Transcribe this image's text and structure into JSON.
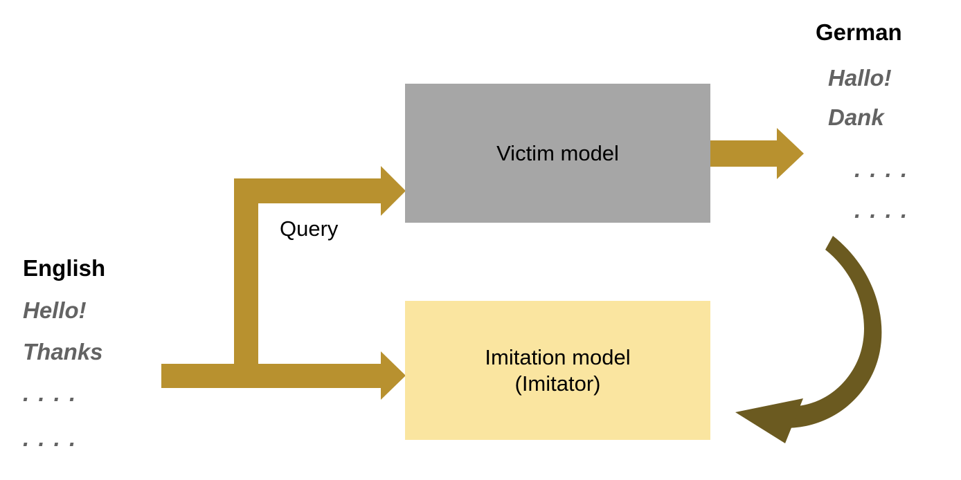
{
  "diagram": {
    "title_present": false,
    "colors": {
      "arrow_gold": "#b8912f",
      "loop_arrow_dark": "#6b5a20",
      "victim_box_fill": "#a6a6a6",
      "imitation_box_fill": "#fae5a0",
      "heading_text": "#000000",
      "sample_text": "#636363"
    }
  },
  "source_column": {
    "heading": "English",
    "items": [
      "Hello!",
      "Thanks"
    ],
    "ellipsis_rows": [
      ". . . .",
      ". . . ."
    ]
  },
  "target_column": {
    "heading": "German",
    "items": [
      "Hallo!",
      "Dank"
    ],
    "ellipsis_rows": [
      ". . . .",
      ". . . ."
    ]
  },
  "victim_model": {
    "label": "Victim model"
  },
  "imitation_model": {
    "label_line1": "Imitation model",
    "label_line2": "(Imitator)"
  },
  "edges": {
    "query_label": "Query",
    "branch_arrow_to_victim": "arrow-right-icon",
    "branch_arrow_to_imitation": "arrow-right-icon",
    "victim_output_arrow": "arrow-right-icon",
    "feedback_loop_arrow": "curved-arrow-icon"
  }
}
